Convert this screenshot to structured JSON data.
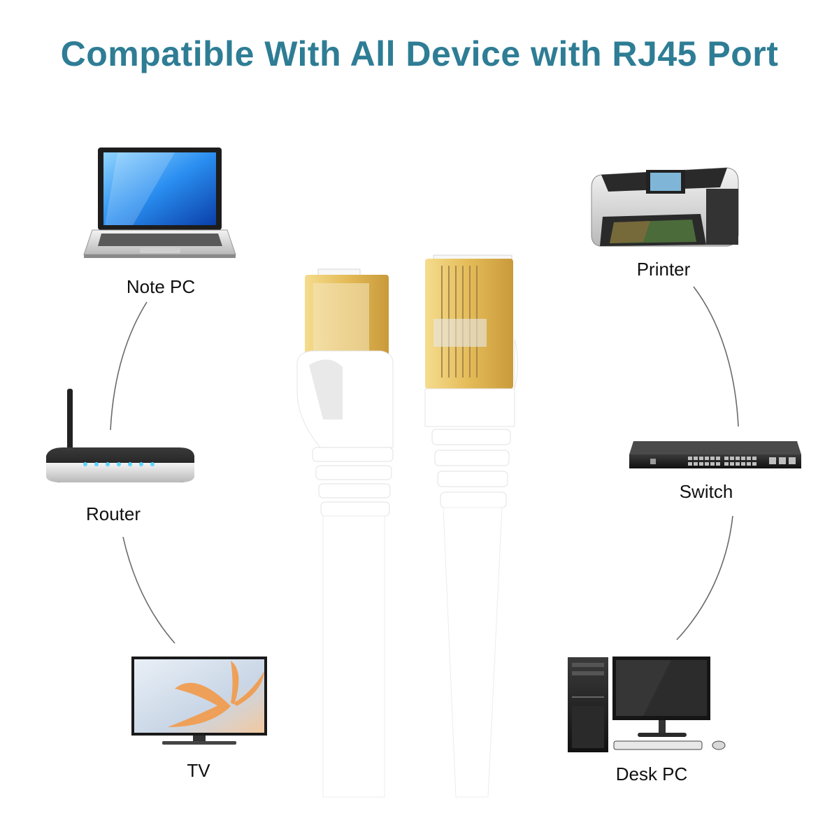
{
  "headline": "Compatible With All Device with RJ45 Port",
  "colors": {
    "headline": "#2e7d95",
    "connector_gold": "#e9c66b",
    "cable": "#ffffff",
    "arc_line": "#555555"
  },
  "devices": {
    "note_pc": {
      "label": "Note PC",
      "icon": "laptop-icon"
    },
    "router": {
      "label": "Router",
      "icon": "router-icon"
    },
    "tv": {
      "label": "TV",
      "icon": "tv-icon"
    },
    "printer": {
      "label": "Printer",
      "icon": "printer-icon"
    },
    "switch": {
      "label": "Switch",
      "icon": "network-switch-icon"
    },
    "desk_pc": {
      "label": "Desk PC",
      "icon": "desktop-pc-icon"
    }
  }
}
